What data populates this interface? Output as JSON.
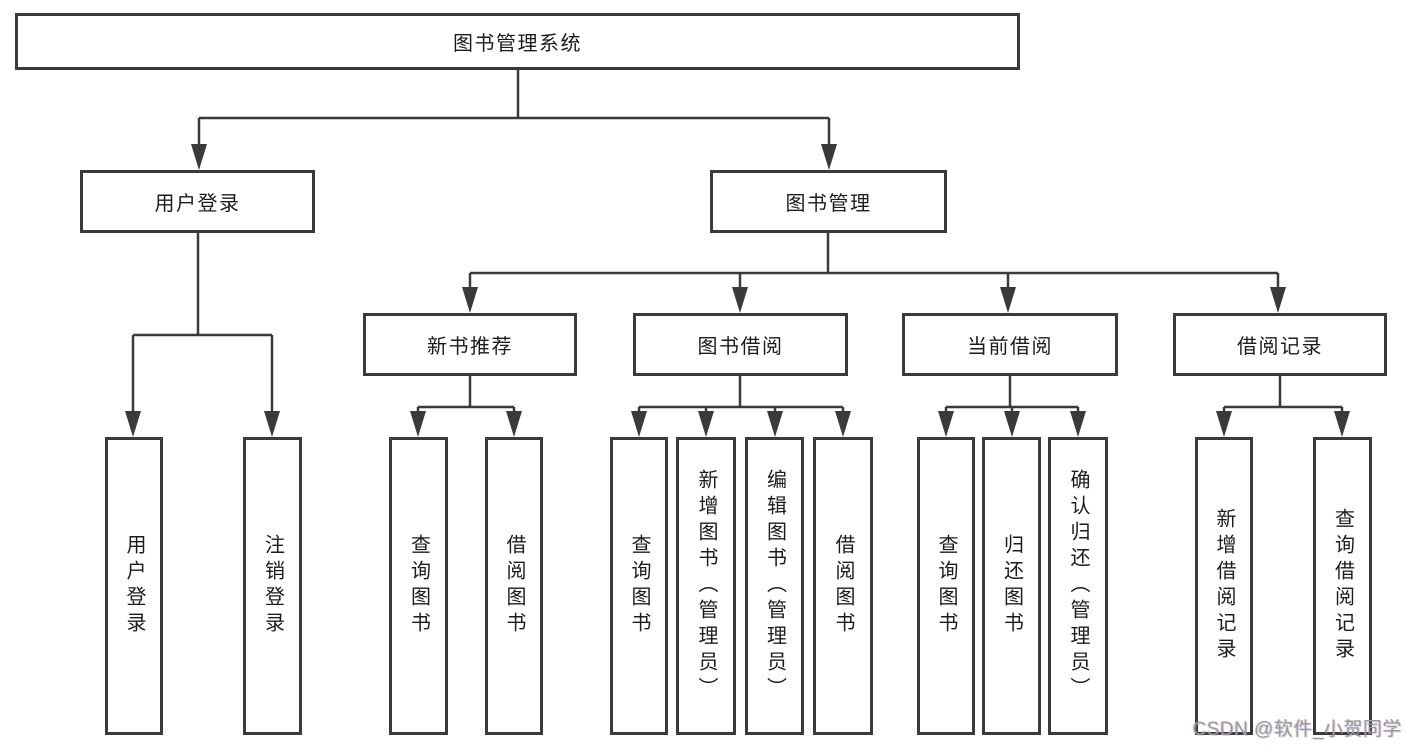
{
  "diagram": {
    "root": {
      "label": "图书管理系统"
    },
    "level2": [
      {
        "label": "用户登录"
      },
      {
        "label": "图书管理"
      }
    ],
    "level3": [
      {
        "label": "新书推荐"
      },
      {
        "label": "图书借阅"
      },
      {
        "label": "当前借阅"
      },
      {
        "label": "借阅记录"
      }
    ],
    "leaves": {
      "user_login": [
        "用户登录",
        "注销登录"
      ],
      "new_book_recommend": [
        "查询图书",
        "借阅图书"
      ],
      "book_borrow": [
        "查询图书",
        "新增图书（管理员）",
        "编辑图书（管理员）",
        "借阅图书"
      ],
      "current_borrow": [
        "查询图书",
        "归还图书",
        "确认归还（管理员）"
      ],
      "borrow_records": [
        "新增借阅记录",
        "查询借阅记录"
      ]
    }
  },
  "watermark": {
    "text": "CSDN @软件_小贺同学"
  },
  "colors": {
    "background": "#ffffff",
    "line": "#3a3a3a",
    "box_border": "#3a3a3a",
    "text": "#1c1c1c",
    "watermark": "#9b9b9b"
  }
}
